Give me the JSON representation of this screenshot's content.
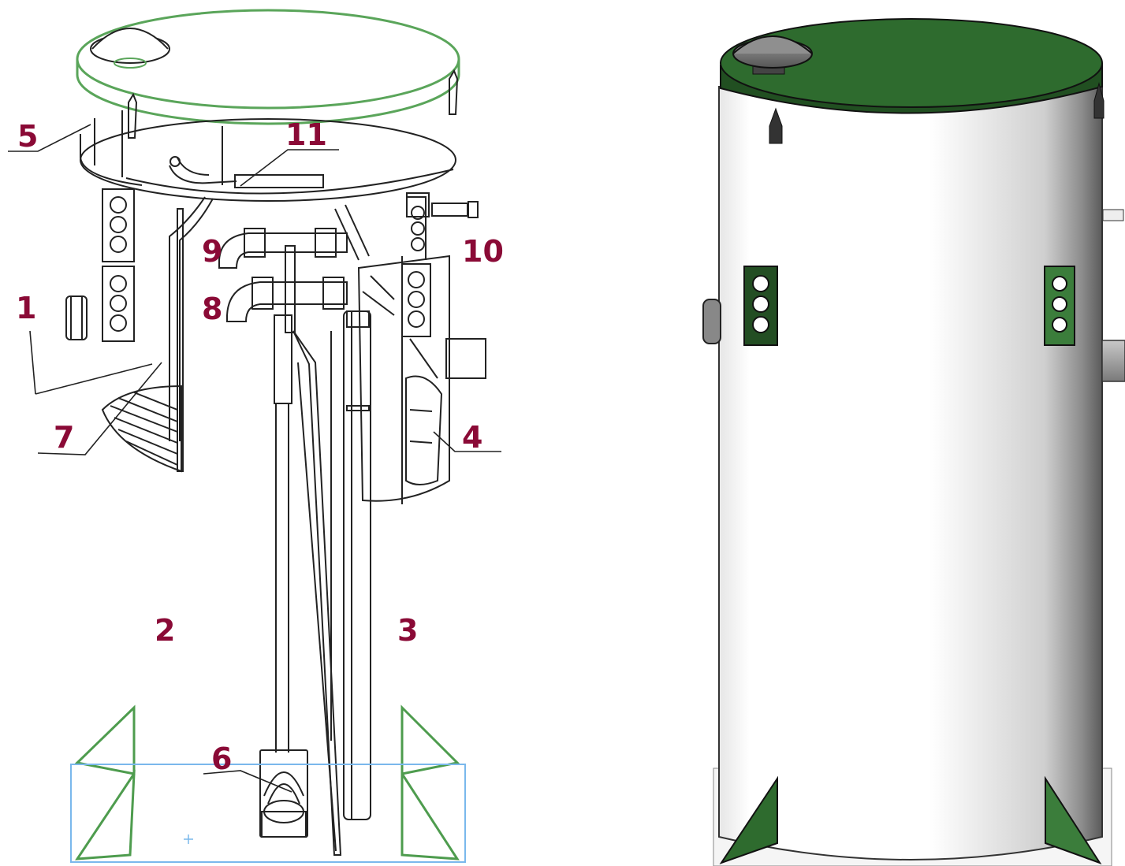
{
  "callouts": [
    {
      "id": "c1",
      "text": "1"
    },
    {
      "id": "c2",
      "text": "2"
    },
    {
      "id": "c3",
      "text": "3"
    },
    {
      "id": "c4",
      "text": "4"
    },
    {
      "id": "c5",
      "text": "5"
    },
    {
      "id": "c6",
      "text": "6"
    },
    {
      "id": "c7",
      "text": "7"
    },
    {
      "id": "c8",
      "text": "8"
    },
    {
      "id": "c9",
      "text": "9"
    },
    {
      "id": "c10",
      "text": "10"
    },
    {
      "id": "c11",
      "text": "11"
    }
  ],
  "colors": {
    "callout": "#8a0a36",
    "lid_outline": "#5aa55a",
    "tank_lid": "#2e6b2e",
    "tank_body": "#f4f4f4",
    "selection_box": "#7ab8ec",
    "line": "#222222"
  }
}
